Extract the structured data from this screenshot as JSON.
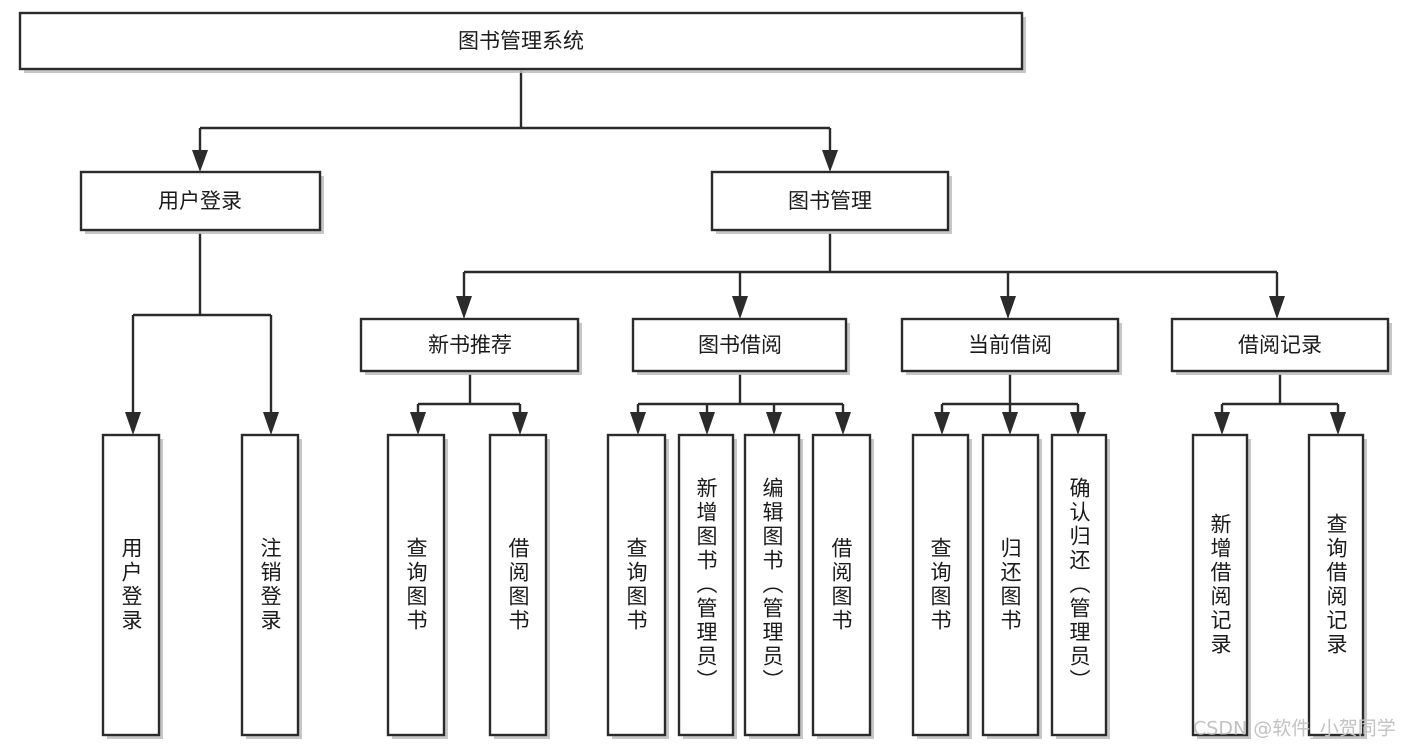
{
  "diagram": {
    "title_node": {
      "id": "root",
      "label": "图书管理系统",
      "orientation": "horizontal"
    },
    "level2": [
      {
        "id": "user-login",
        "label": "用户登录",
        "orientation": "horizontal"
      },
      {
        "id": "book-manage",
        "label": "图书管理",
        "orientation": "horizontal"
      }
    ],
    "level3": [
      {
        "id": "new-book-recommend",
        "label": "新书推荐",
        "orientation": "horizontal"
      },
      {
        "id": "book-borrow",
        "label": "图书借阅",
        "orientation": "horizontal"
      },
      {
        "id": "current-borrow",
        "label": "当前借阅",
        "orientation": "horizontal"
      },
      {
        "id": "borrow-record",
        "label": "借阅记录",
        "orientation": "horizontal"
      }
    ],
    "leaves": [
      {
        "id": "leaf-user-login",
        "label": "用户登录",
        "parent": "user-login",
        "orientation": "vertical"
      },
      {
        "id": "leaf-logout-login",
        "label": "注销登录",
        "parent": "user-login",
        "orientation": "vertical"
      },
      {
        "id": "leaf-query-book-1",
        "label": "查询图书",
        "parent": "new-book-recommend",
        "orientation": "vertical"
      },
      {
        "id": "leaf-borrow-book-1",
        "label": "借阅图书",
        "parent": "new-book-recommend",
        "orientation": "vertical"
      },
      {
        "id": "leaf-query-book-2",
        "label": "查询图书",
        "parent": "book-borrow",
        "orientation": "vertical"
      },
      {
        "id": "leaf-add-book-admin",
        "label": "新增图书（管理员）",
        "parent": "book-borrow",
        "orientation": "vertical"
      },
      {
        "id": "leaf-edit-book-admin",
        "label": "编辑图书（管理员）",
        "parent": "book-borrow",
        "orientation": "vertical"
      },
      {
        "id": "leaf-borrow-book-2",
        "label": "借阅图书",
        "parent": "book-borrow",
        "orientation": "vertical"
      },
      {
        "id": "leaf-query-book-3",
        "label": "查询图书",
        "parent": "current-borrow",
        "orientation": "vertical"
      },
      {
        "id": "leaf-return-book",
        "label": "归还图书",
        "parent": "current-borrow",
        "orientation": "vertical"
      },
      {
        "id": "leaf-confirm-return-admin",
        "label": "确认归还（管理员）",
        "parent": "current-borrow",
        "orientation": "vertical"
      },
      {
        "id": "leaf-add-borrow-record",
        "label": "新增借阅记录",
        "parent": "borrow-record",
        "orientation": "vertical"
      },
      {
        "id": "leaf-query-borrow-record",
        "label": "查询借阅记录",
        "parent": "borrow-record",
        "orientation": "vertical"
      }
    ],
    "colors": {
      "box_stroke": "#2b2b2b",
      "box_fill": "#ffffff",
      "text": "#1b1b1b",
      "connector": "#2b2b2b",
      "watermark": "#c2c2c2",
      "background": "#ffffff"
    }
  },
  "watermark": {
    "label": "CSDN @软件_小贺同学"
  }
}
